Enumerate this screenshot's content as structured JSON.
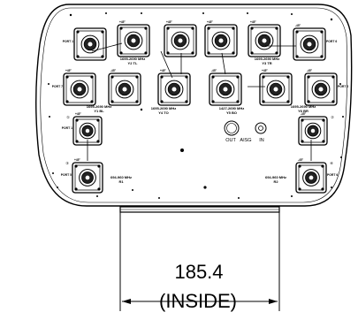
{
  "drawing": {
    "dimension": {
      "value": "185.4",
      "note": "(INSIDE)"
    },
    "connectors": {
      "out_label": "OUT",
      "ais_label": "AISG",
      "in_label": "IN"
    },
    "ports": [
      {
        "id": "p1",
        "label": "PORT 1",
        "angle": "",
        "num": ""
      },
      {
        "id": "p2",
        "label": "",
        "angle": "+45°",
        "num": ""
      },
      {
        "id": "p3",
        "label": "",
        "angle": "+45°",
        "num": ""
      },
      {
        "id": "p4",
        "label": "",
        "angle": "+45°",
        "num": ""
      },
      {
        "id": "p5",
        "label": "",
        "angle": "+45°",
        "num": ""
      },
      {
        "id": "p6",
        "label": "PORT 6",
        "angle": "-45°",
        "num": ""
      },
      {
        "id": "p7",
        "label": "PORT 7",
        "angle": "+45°",
        "num": ""
      },
      {
        "id": "p8",
        "label": "",
        "angle": "-45°",
        "num": ""
      },
      {
        "id": "p9",
        "label": "",
        "angle": "+45°",
        "num": ""
      },
      {
        "id": "p10",
        "label": "",
        "angle": "-45°",
        "num": ""
      },
      {
        "id": "p11",
        "label": "",
        "angle": "+45°",
        "num": ""
      },
      {
        "id": "p12",
        "label": "PORT 2",
        "angle": "-45°",
        "num": ""
      },
      {
        "id": "p13",
        "label": "PORT 1",
        "angle": "+45°",
        "num": "①"
      },
      {
        "id": "p14",
        "label": "PORT 5",
        "angle": "+45°",
        "num": "③"
      },
      {
        "id": "p15",
        "label": "",
        "angle": "-45°",
        "num": "②"
      },
      {
        "id": "p16",
        "label": "PORT 6",
        "angle": "-45°",
        "num": "④"
      }
    ],
    "band_labels": [
      {
        "id": "b1",
        "line1": "1695-2690 MHz",
        "line2": "Y2 TL"
      },
      {
        "id": "b2",
        "line1": "1695-2690 MHz",
        "line2": "Y3 TR"
      },
      {
        "id": "b3",
        "line1": "1695-2690 MHz",
        "line2": "Y1 BL"
      },
      {
        "id": "b4",
        "line1": "1695-2690 MHz",
        "line2": "Y4 TO"
      },
      {
        "id": "b5",
        "line1": "1427-2690 MHz",
        "line2": "Y5 BO"
      },
      {
        "id": "b6",
        "line1": "1695-2690 MHz",
        "line2": "Y6 BR"
      },
      {
        "id": "b7",
        "line1": "694-960 MHz",
        "line2": "R1"
      },
      {
        "id": "b8",
        "line1": "694-960 MHz",
        "line2": "R2"
      }
    ]
  }
}
